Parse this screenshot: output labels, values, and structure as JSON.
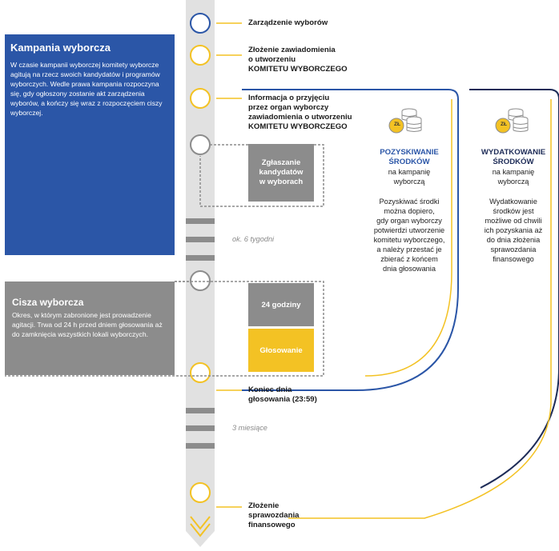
{
  "colors": {
    "blue": "#2b56a7",
    "navy": "#1d2b57",
    "yellow": "#f3c224",
    "grey": "#8c8c8c",
    "timeline": "#e1e1e1"
  },
  "campaign": {
    "title": "Kampania wyborcza",
    "text": "W czasie kampanii wyborczej komitety wyborcze agitują na rzecz swoich kandydatów i programów wyborczych. Wedle prawa kampania rozpoczyna się, gdy ogłoszony zostanie akt zarządzenia wyborów, a kończy się wraz z rozpoczęciem ciszy wyborczej."
  },
  "silence": {
    "title": "Cisza wyborcza",
    "text": "Okres, w którym zabronione jest prowadzenie agitacji. Trwa od 24 h przed dniem głosowania aż do zamknięcia wszystkich lokali wyborczych."
  },
  "milestones": {
    "m1": "Zarządzenie wyborów",
    "m2_line1": "Złożenie zawiadomienia",
    "m2_line2": "o utworzeniu",
    "m2_line3": "KOMITETU WYBORCZEGO",
    "m3_line1": "Informacja o przyjęciu",
    "m3_line2": "przez organ wyborczy",
    "m3_line3": "zawiadomienia o utworzeniu",
    "m3_line4": "KOMITETU WYBORCZEGO",
    "m4_line1": "Koniec dnia",
    "m4_line2": "głosowania (23:59)",
    "m5_line1": "Złożenie",
    "m5_line2": "sprawozdania",
    "m5_line3": "finansowego"
  },
  "panels": {
    "nominations_line1": "Zgłaszanie",
    "nominations_line2": "kandydatów",
    "nominations_line3": "w wyborach",
    "hours": "24 godziny",
    "voting": "Głosowanie"
  },
  "durations": {
    "weeks": "ok. 6 tygodni",
    "months": "3 miesiące"
  },
  "funding": {
    "raising": {
      "title_line1": "POZYSKIWANIE",
      "title_line2": "ŚRODKÓW",
      "sub_line1": "na kampanię",
      "sub_line2": "wyborczą",
      "text": [
        "Pozyskiwać środki",
        "można dopiero,",
        "gdy organ wyborczy",
        "potwierdzi utworzenie",
        "komitetu wyborczego,",
        "a należy przestać je",
        "zbierać z końcem",
        "dnia głosowania"
      ]
    },
    "spending": {
      "title_line1": "WYDATKOWANIE",
      "title_line2": "ŚRODKÓW",
      "sub_line1": "na kampanię",
      "sub_line2": "wyborczą",
      "text": [
        "Wydatkowanie",
        "środków jest",
        "możliwe od chwili",
        "ich pozyskania aż",
        "do dnia złożenia",
        "sprawozdania",
        "finansowego"
      ]
    },
    "coin_label": "ZŁ"
  }
}
